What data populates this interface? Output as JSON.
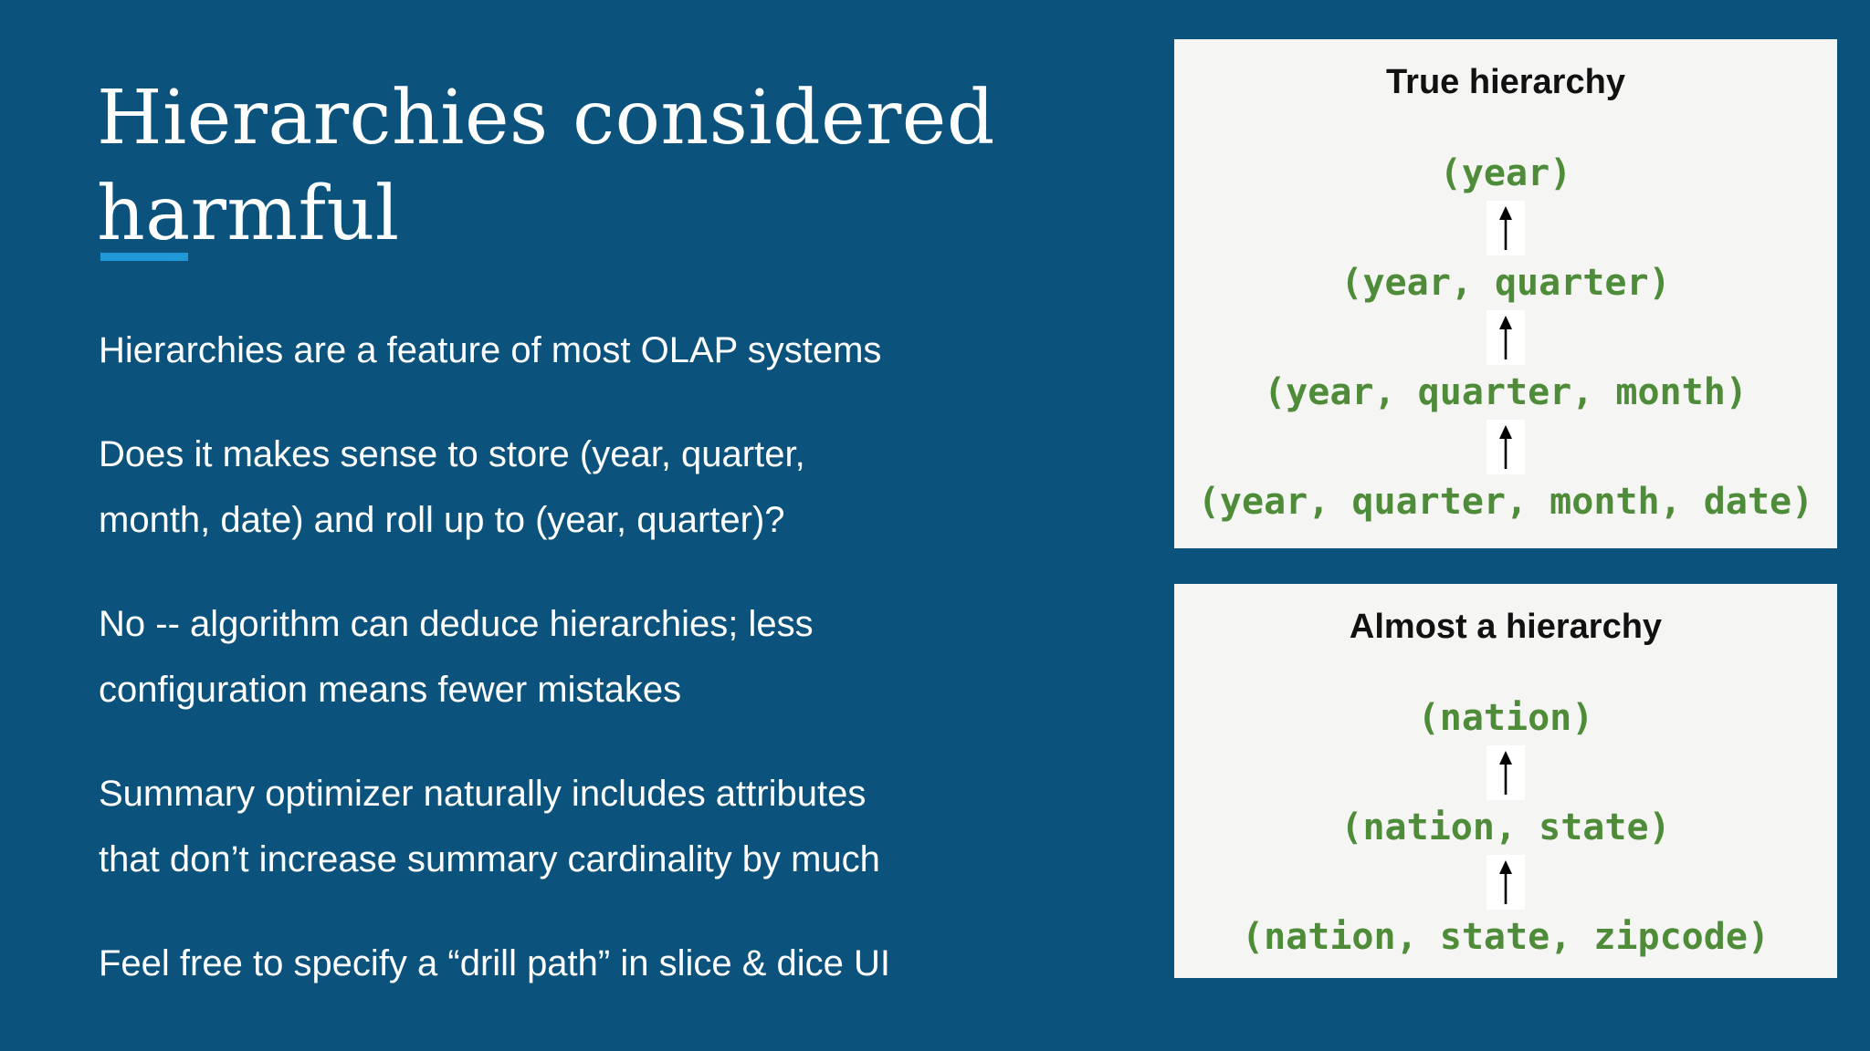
{
  "colors": {
    "background": "#0b537c",
    "accent": "#1f98d8",
    "body-text": "#ffffff",
    "box-bg": "#f5f5f3",
    "heading-text": "#111111",
    "diagram-text": "#4f8c39",
    "arrow-bg": "#ffffff"
  },
  "slide": {
    "title": "Hierarchies considered\nharmful",
    "paragraphs": [
      {
        "text": "Hierarchies are a feature of most OLAP systems"
      },
      {
        "text": "Does it makes sense to store (year, quarter,\nmonth, date) and roll up to (year, quarter)?"
      },
      {
        "text": "No -- algorithm can deduce hierarchies; less\nconfiguration means fewer mistakes"
      },
      {
        "text": "Summary optimizer naturally includes attributes\nthat don’t increase summary cardinality by much"
      },
      {
        "text": "Feel free to specify a “drill path” in slice & dice UI"
      }
    ]
  },
  "diagrams": {
    "true_hierarchy": {
      "title": "True hierarchy",
      "levels": [
        "(year)",
        "(year, quarter)",
        "(year, quarter, month)",
        "(year, quarter, month, date)"
      ],
      "arrow_icon": "up-arrow"
    },
    "almost_hierarchy": {
      "title": "Almost a hierarchy",
      "levels": [
        "(nation)",
        "(nation, state)",
        "(nation, state, zipcode)"
      ],
      "arrow_icon": "up-arrow"
    }
  }
}
